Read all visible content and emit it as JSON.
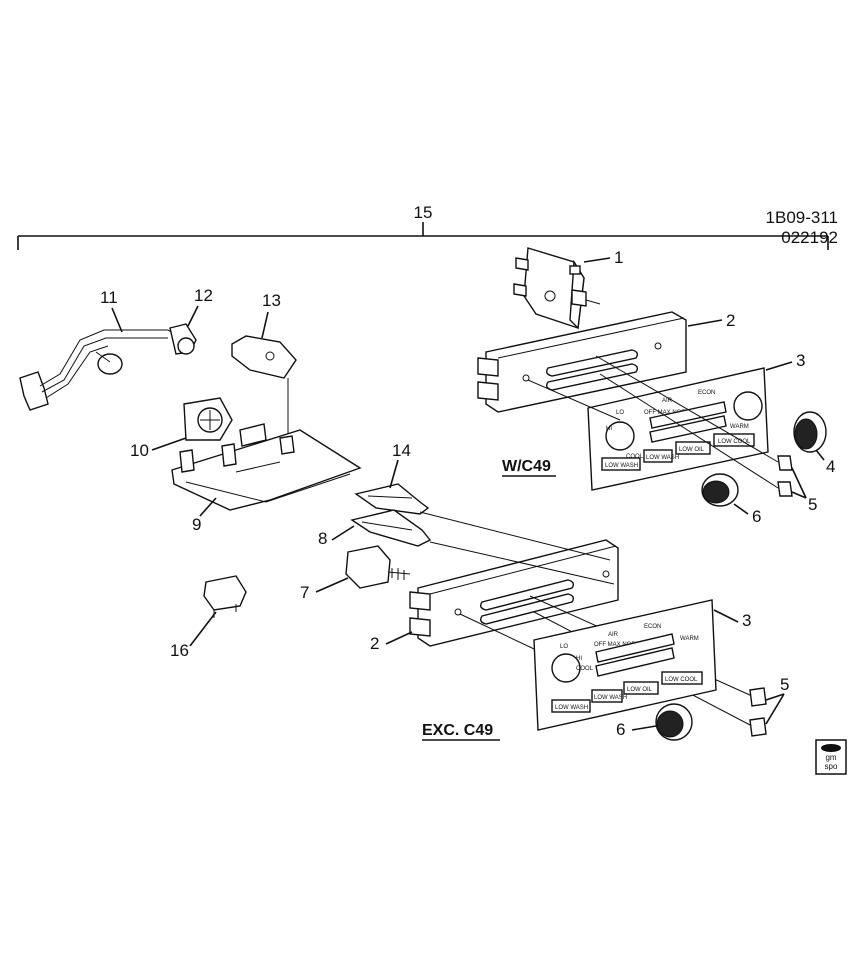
{
  "header": {
    "diagram_code": "1B09-311",
    "date_code": "022192"
  },
  "assembly_label": "15",
  "variants": {
    "with_c49": "W/C49",
    "except_c49": "EXC. C49"
  },
  "callouts": {
    "p1": "1",
    "p2a": "2",
    "p2b": "2",
    "p3a": "3",
    "p3b": "3",
    "p4": "4",
    "p5a": "5",
    "p5b": "5",
    "p6a": "6",
    "p6b": "6",
    "p7": "7",
    "p8": "8",
    "p9": "9",
    "p10": "10",
    "p11": "11",
    "p12": "12",
    "p13": "13",
    "p14": "14",
    "p16": "16"
  },
  "panel_text": {
    "lo": "LO",
    "hi": "HI",
    "cool": "COOL",
    "warm": "WARM",
    "air": "AIR",
    "econ": "ECON",
    "modes": "OFF MAX NORM BIL VENT",
    "buttons": [
      "LOW WASH",
      "LOW WASH",
      "LOW OIL",
      "LOW COOL"
    ]
  },
  "logo": {
    "line1": "gm",
    "line2": "spo"
  }
}
